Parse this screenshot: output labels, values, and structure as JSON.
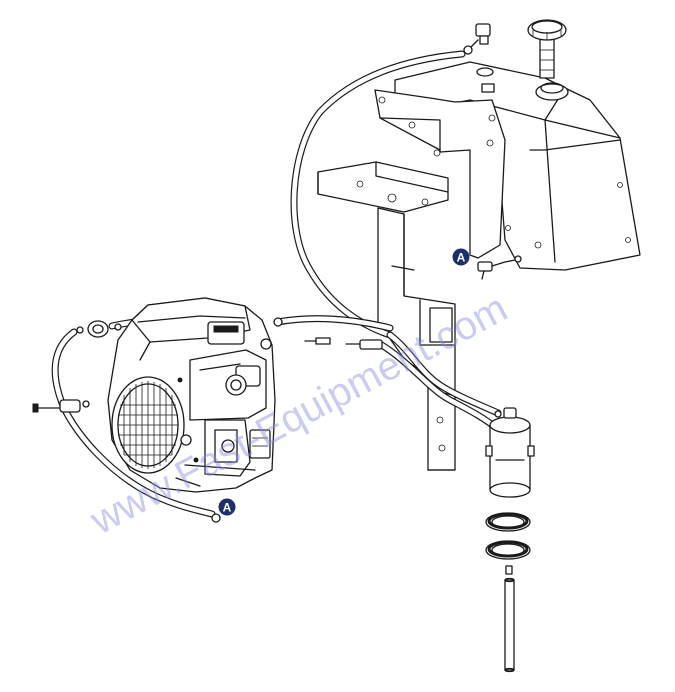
{
  "callouts": {
    "tank": "A",
    "engine": "A"
  },
  "watermark": {
    "text": "www.Fast-Equipment.com"
  },
  "colors": {
    "line": "#1a1a1a",
    "callout": "#1f2f6b",
    "watermark": "#8a8ee0"
  }
}
